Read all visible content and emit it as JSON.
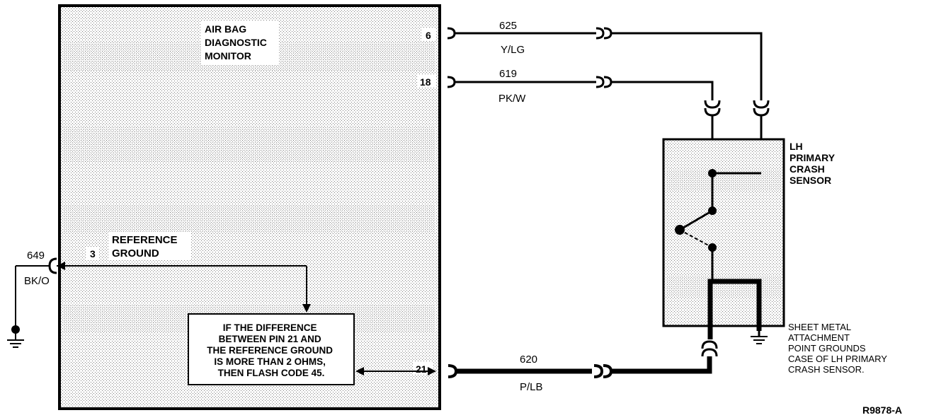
{
  "module": {
    "title_lines": [
      "AIR BAG",
      "DIAGNOSTIC",
      "MONITOR"
    ],
    "pins": {
      "pin6": "6",
      "pin18": "18",
      "pin3": "3",
      "pin21": "21"
    },
    "ref_ground_lines": [
      "REFERENCE",
      "GROUND"
    ],
    "note_lines": [
      "IF THE DIFFERENCE",
      "BETWEEN PIN 21 AND",
      "THE REFERENCE GROUND",
      "IS MORE THAN 2 OHMS,",
      "THEN FLASH CODE 45."
    ]
  },
  "wires": {
    "w625": {
      "circuit": "625",
      "color": "Y/LG"
    },
    "w619": {
      "circuit": "619",
      "color": "PK/W"
    },
    "w649": {
      "circuit": "649",
      "color": "BK/O"
    },
    "w620": {
      "circuit": "620",
      "color": "P/LB"
    }
  },
  "sensor": {
    "title_lines": [
      "LH",
      "PRIMARY",
      "CRASH",
      "SENSOR"
    ],
    "note_lines": [
      "SHEET METAL",
      "ATTACHMENT",
      "POINT GROUNDS",
      "CASE OF LH PRIMARY",
      "CRASH SENSOR."
    ]
  },
  "figure_id": "R9878-A"
}
